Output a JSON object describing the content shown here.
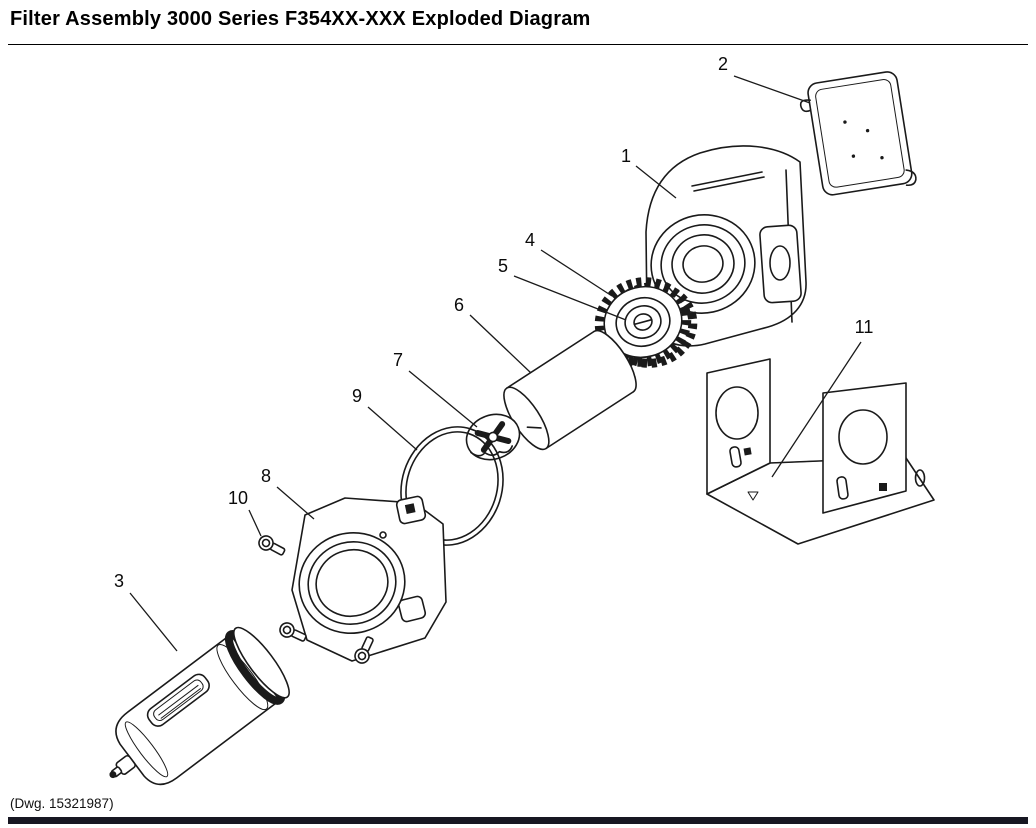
{
  "page": {
    "title": "Filter Assembly 3000 Series F354XX-XXX Exploded Diagram",
    "dwg_note": "(Dwg. 15321987)"
  },
  "labels": {
    "p1": "1",
    "p2": "2",
    "p3": "3",
    "p4": "4",
    "p5": "5",
    "p6": "6",
    "p7": "7",
    "p8": "8",
    "p9": "9",
    "p10": "10",
    "p11": "11"
  },
  "colors": {
    "diagram_line": "#1a1a1a",
    "footer_bar": "#171722"
  }
}
